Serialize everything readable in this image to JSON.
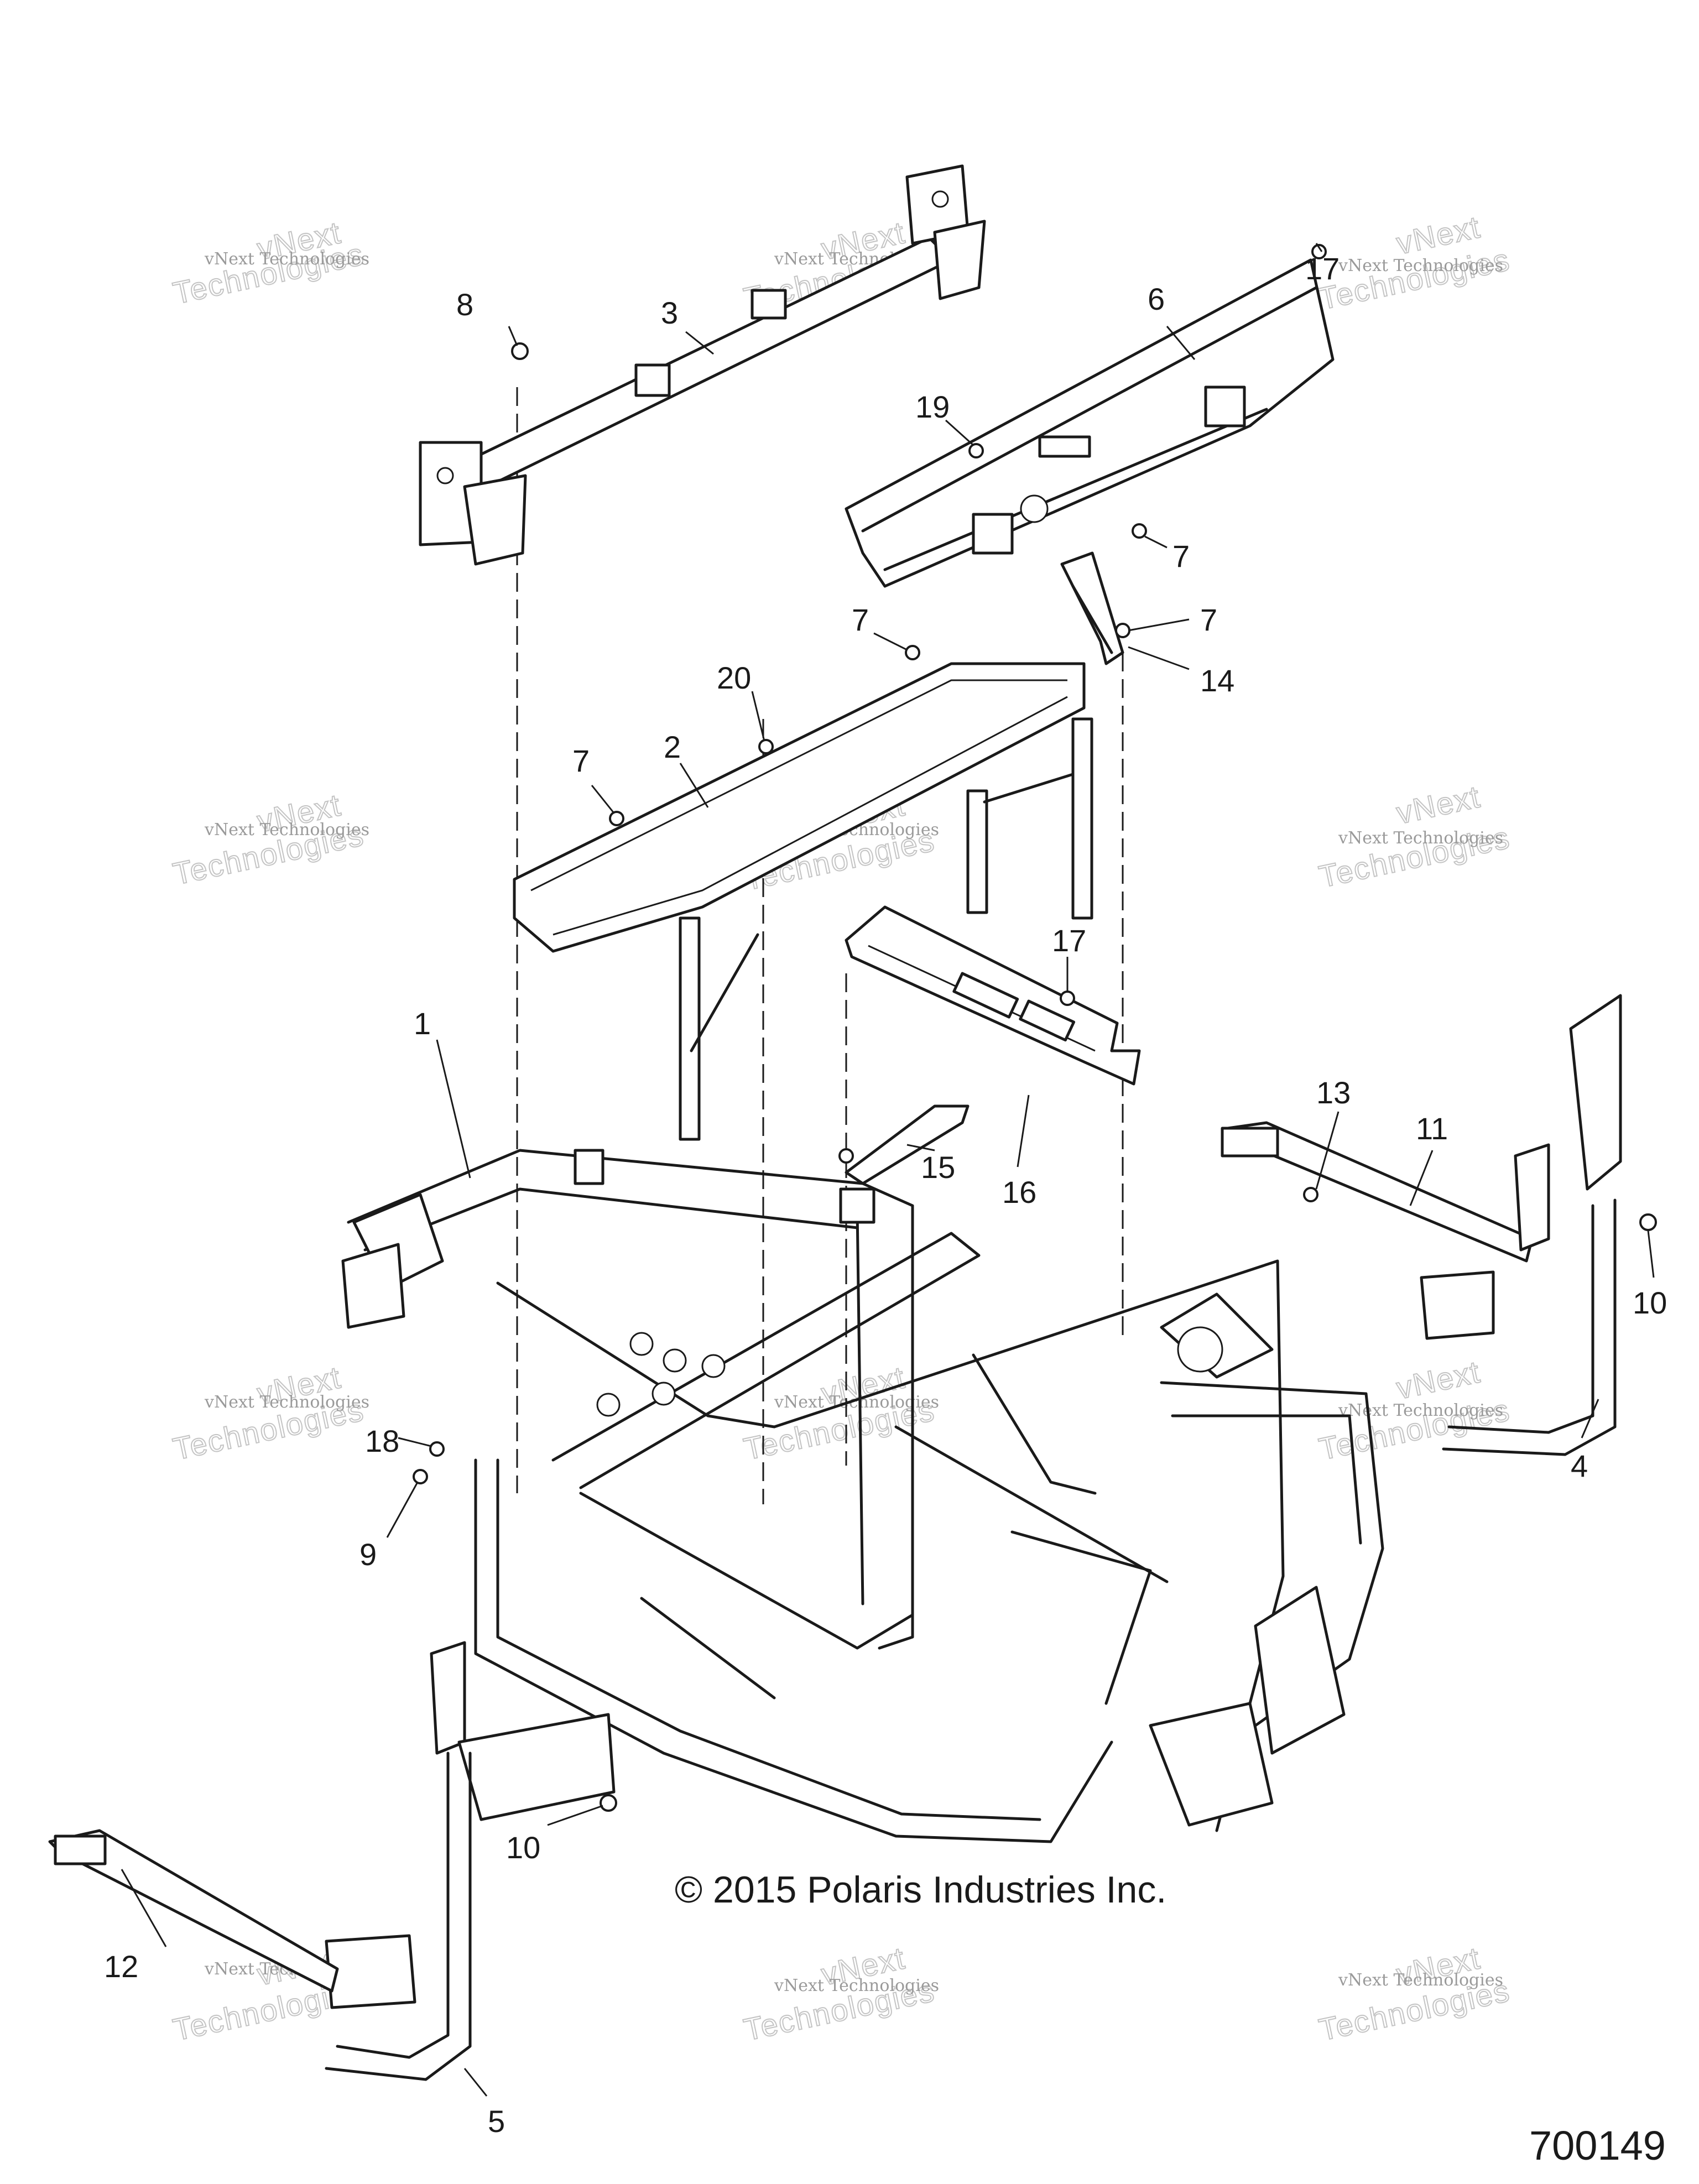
{
  "callouts": [
    {
      "id": "c1",
      "text": "1"
    },
    {
      "id": "c2",
      "text": "2"
    },
    {
      "id": "c3",
      "text": "3"
    },
    {
      "id": "c4",
      "text": "4"
    },
    {
      "id": "c5",
      "text": "5"
    },
    {
      "id": "c6",
      "text": "6"
    },
    {
      "id": "c7a",
      "text": "7"
    },
    {
      "id": "c7b",
      "text": "7"
    },
    {
      "id": "c7c",
      "text": "7"
    },
    {
      "id": "c7d",
      "text": "7"
    },
    {
      "id": "c8",
      "text": "8"
    },
    {
      "id": "c9",
      "text": "9"
    },
    {
      "id": "c10a",
      "text": "10"
    },
    {
      "id": "c10b",
      "text": "10"
    },
    {
      "id": "c11",
      "text": "11"
    },
    {
      "id": "c12",
      "text": "12"
    },
    {
      "id": "c13",
      "text": "13"
    },
    {
      "id": "c14",
      "text": "14"
    },
    {
      "id": "c15",
      "text": "15"
    },
    {
      "id": "c16",
      "text": "16"
    },
    {
      "id": "c17a",
      "text": "17"
    },
    {
      "id": "c17b",
      "text": "17"
    },
    {
      "id": "c18",
      "text": "18"
    },
    {
      "id": "c19",
      "text": "19"
    },
    {
      "id": "c20",
      "text": "20"
    }
  ],
  "watermark": {
    "line1": "vNext Technologies",
    "line2": "vNext",
    "line3": "Technologies"
  },
  "copyright": "© 2015 Polaris Industries Inc.",
  "diagram_id": "700149"
}
